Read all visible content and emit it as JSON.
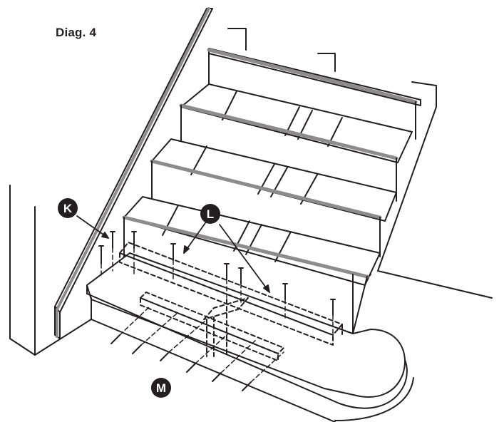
{
  "title": "Diag. 4",
  "callouts": {
    "k": "K",
    "l": "L",
    "m": "M"
  },
  "colors": {
    "ink": "#231f20",
    "edge_band": "#8c8c8c",
    "background": "#ffffff"
  }
}
